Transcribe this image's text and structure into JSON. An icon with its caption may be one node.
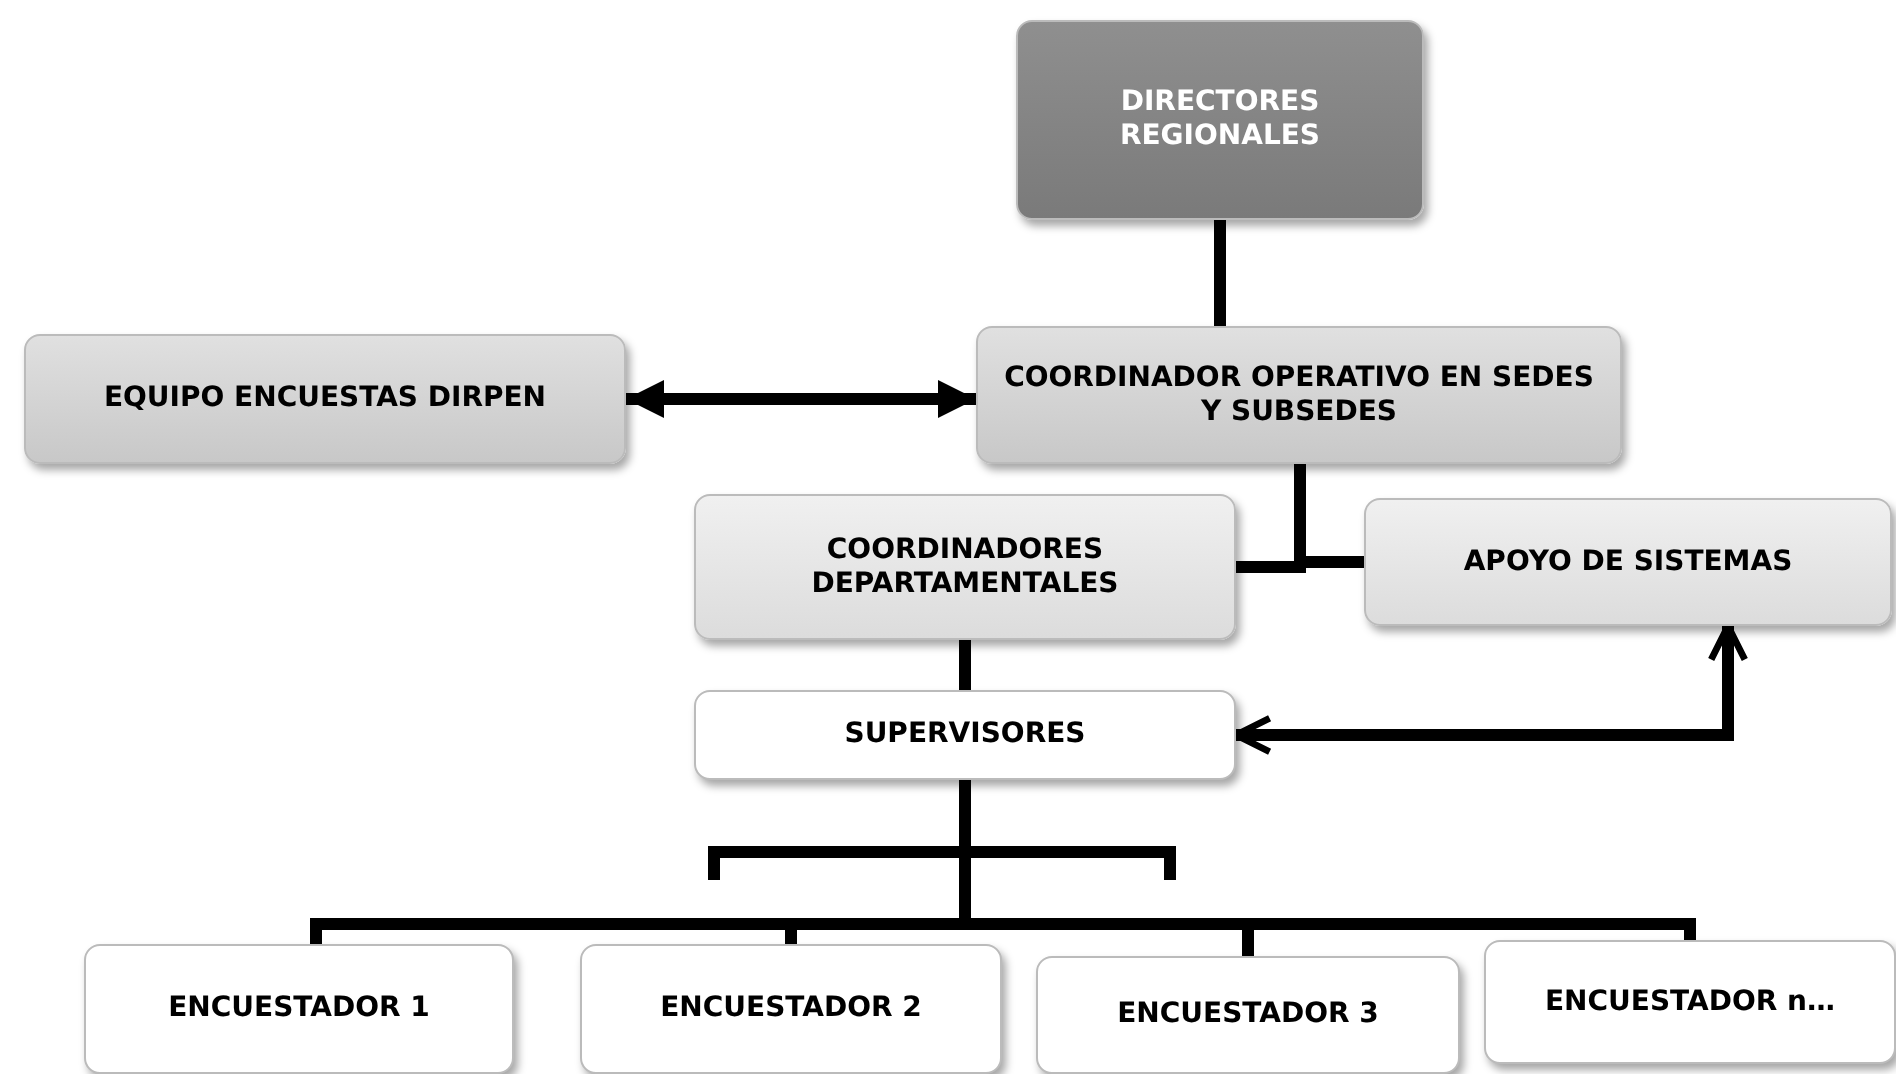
{
  "diagram": {
    "nodes": [
      {
        "text": [
          "DIRECTORES REGIONALES"
        ]
      },
      {
        "text": [
          "EQUIPO  ENCUESTAS DIRPEN"
        ]
      },
      {
        "text": [
          "COORDINADOR  OPERATIVO EN SEDES Y SUBSEDES"
        ]
      },
      {
        "text": [
          "COORDINADORES DEPARTAMENTALES"
        ]
      },
      {
        "text": [
          "APOYO DE SISTEMAS"
        ]
      },
      {
        "text": [
          "SUPERVISORES"
        ]
      },
      {
        "text": [
          "ENCUESTADOR 1"
        ]
      },
      {
        "text": [
          "ENCUESTADOR 2"
        ]
      },
      {
        "text": [
          "ENCUESTADOR 3"
        ]
      },
      {
        "text": [
          "ENCUESTADOR n…"
        ]
      }
    ],
    "edges": [
      {
        "from": 0,
        "to": 2,
        "arrow": "none"
      },
      {
        "from": 1,
        "to": 2,
        "arrow": "both"
      },
      {
        "from": 2,
        "to": 3,
        "arrow": "none"
      },
      {
        "from": 2,
        "to": 4,
        "arrow": "none"
      },
      {
        "from": 3,
        "to": 5,
        "arrow": "none"
      },
      {
        "from": 5,
        "to": 4,
        "arrow": "both"
      },
      {
        "from": 5,
        "to": 6,
        "arrow": "none"
      },
      {
        "from": 5,
        "to": 7,
        "arrow": "none"
      },
      {
        "from": 5,
        "to": 8,
        "arrow": "none"
      },
      {
        "from": 5,
        "to": 9,
        "arrow": "none"
      }
    ]
  }
}
